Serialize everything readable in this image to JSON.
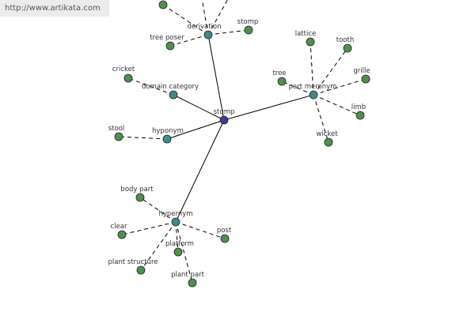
{
  "watermark": "http://www.artikata.com",
  "colors": {
    "center": "#3a3f8f",
    "relation": "#3f8a8a",
    "leaf": "#4f8f4f"
  },
  "graph": {
    "center": "stump",
    "relations": [
      {
        "label": "derivation",
        "leaves": [
          "",
          "",
          "stomp",
          "tree poser"
        ]
      },
      {
        "label": "domain category",
        "leaves": [
          "cricket"
        ]
      },
      {
        "label": "hyponym",
        "leaves": [
          "stool"
        ]
      },
      {
        "label": "part meronym",
        "leaves": [
          "lattice",
          "tooth",
          "tree",
          "grille",
          "limb",
          "wicket"
        ]
      },
      {
        "label": "hypernym",
        "leaves": [
          "body part",
          "clear",
          "post",
          "platform",
          "plant structure",
          "plant part"
        ]
      }
    ]
  }
}
